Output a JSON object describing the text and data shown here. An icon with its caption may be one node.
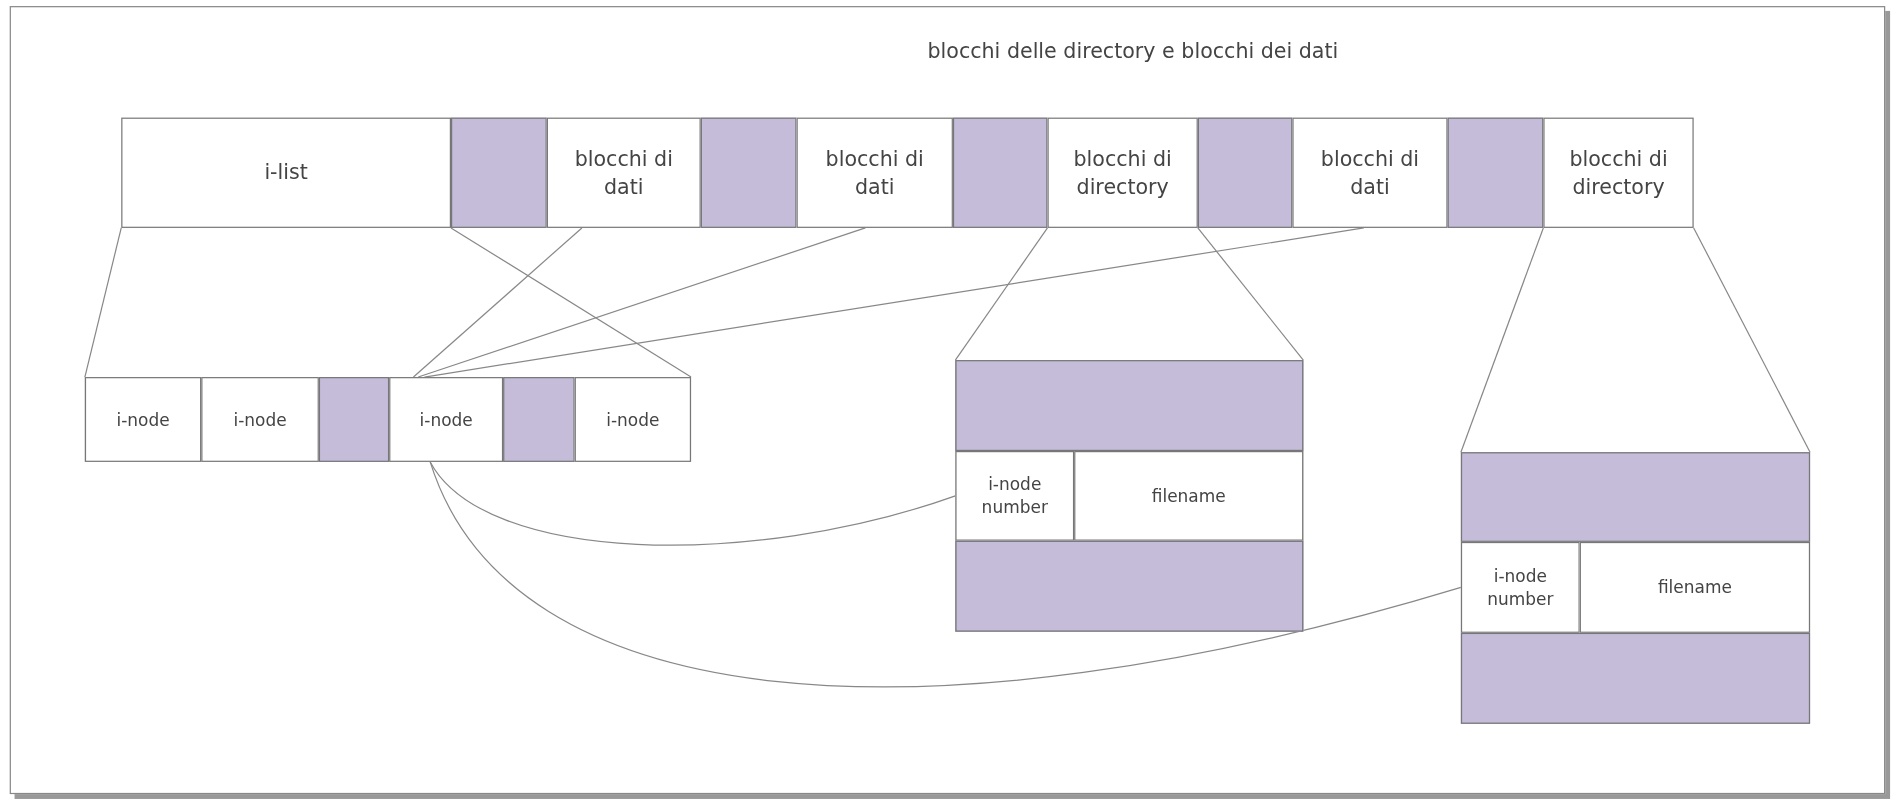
{
  "diagram": {
    "nodes": [
      {
        "text": [
          "i-list"
        ]
      },
      {
        "text": [],
        "shape": "box"
      },
      {
        "text": [
          "blocchi di dati"
        ]
      },
      {
        "text": [],
        "shape": "box"
      },
      {
        "text": [
          "blocchi di dati"
        ]
      },
      {
        "text": [],
        "shape": "box"
      },
      {
        "text": [
          "blocchi di directory"
        ]
      },
      {
        "text": [],
        "shape": "box"
      },
      {
        "text": [
          "blocchi di dati"
        ]
      },
      {
        "text": [],
        "shape": "box"
      },
      {
        "text": [
          "blocchi di directory"
        ]
      },
      {
        "text": [],
        "shape": "box"
      },
      {
        "text": [
          "i-node"
        ],
        "in": 11
      },
      {
        "text": [
          "i-node"
        ],
        "in": 11
      },
      {
        "text": [],
        "shape": "box",
        "in": 11
      },
      {
        "text": [
          "i-node"
        ],
        "in": 11
      },
      {
        "text": [],
        "shape": "box",
        "in": 11
      },
      {
        "text": [
          "i-node"
        ],
        "in": 11
      },
      {
        "text": [],
        "shape": "box"
      },
      {
        "text": [],
        "shape": "box",
        "in": 18
      },
      {
        "text": [
          "i-node number"
        ],
        "in": 18
      },
      {
        "text": [
          "filename"
        ],
        "in": 18
      },
      {
        "text": [],
        "shape": "box",
        "in": 18
      },
      {
        "text": [],
        "shape": "box"
      },
      {
        "text": [],
        "shape": "box",
        "in": 23
      },
      {
        "text": [
          "i-node number"
        ],
        "in": 23
      },
      {
        "text": [
          "filename"
        ],
        "in": 23
      },
      {
        "text": [],
        "shape": "box",
        "in": 23
      }
    ],
    "edges": [
      {
        "from": 0,
        "to": 11,
        "arrow": "none"
      },
      {
        "from": 0,
        "to": 11,
        "arrow": "none"
      },
      {
        "from": 6,
        "to": 18,
        "arrow": "none"
      },
      {
        "from": 6,
        "to": 18,
        "arrow": "none"
      },
      {
        "from": 10,
        "to": 23,
        "arrow": "none"
      },
      {
        "from": 10,
        "to": 23,
        "arrow": "none"
      },
      {
        "from": 15,
        "to": 2,
        "arrow": "none"
      },
      {
        "from": 15,
        "to": 4,
        "arrow": "none"
      },
      {
        "from": 15,
        "to": 8,
        "arrow": "none"
      },
      {
        "from": 15,
        "to": 20,
        "arrow": "none"
      },
      {
        "from": 15,
        "to": 25,
        "arrow": "none"
      }
    ],
    "labels": [
      "blocchi delle directory e blocchi dei dati"
    ]
  }
}
